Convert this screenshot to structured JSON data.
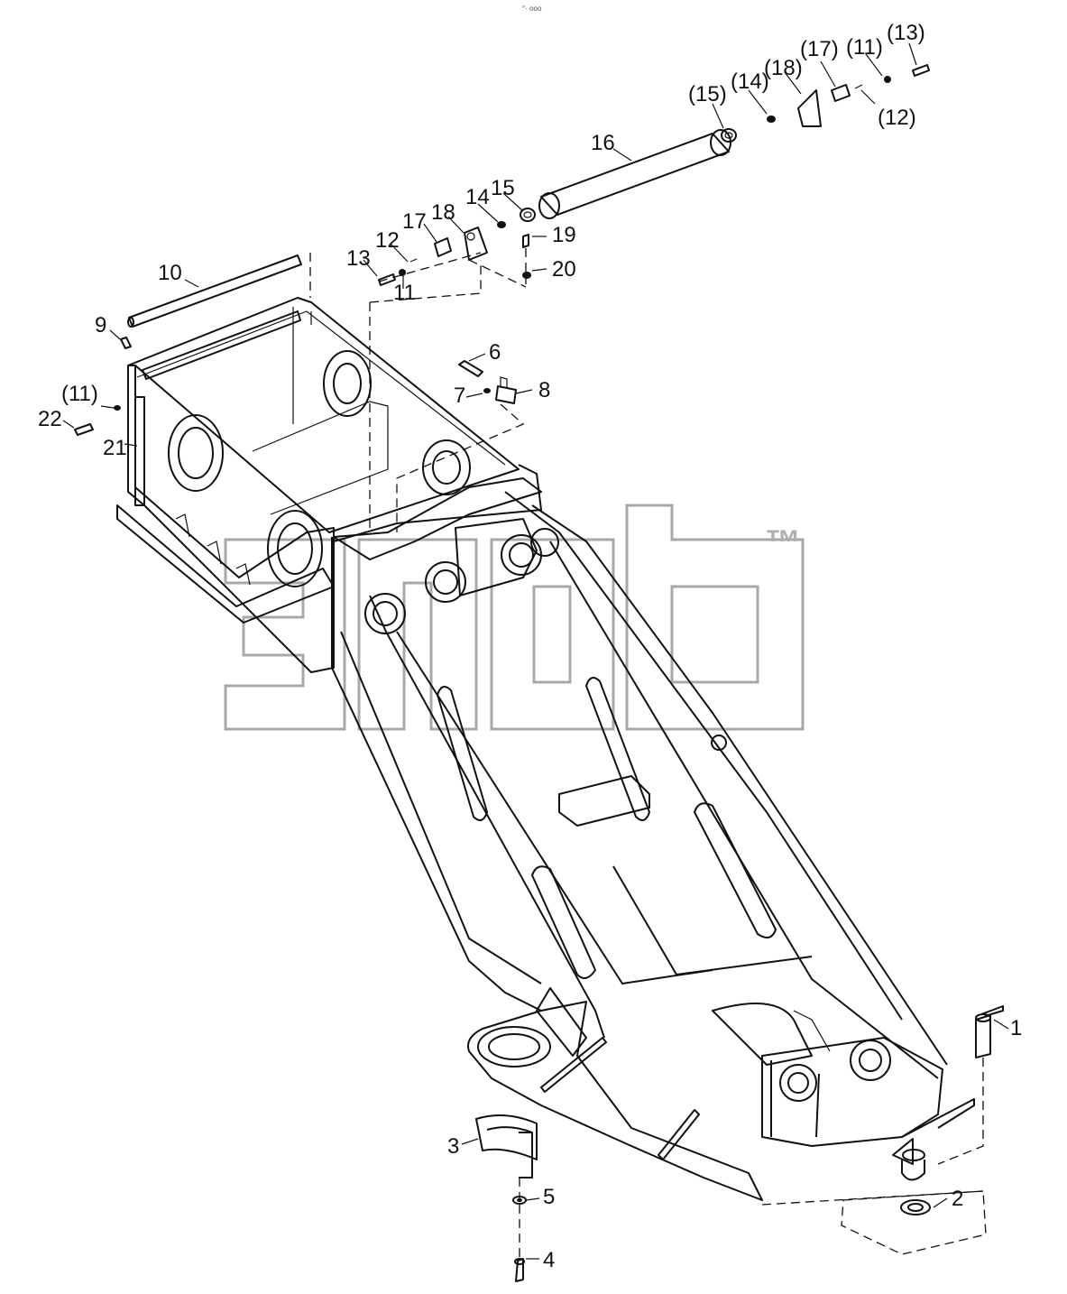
{
  "top_marker": "°· ooo",
  "watermark": {
    "text": "™"
  },
  "labels": [
    {
      "id": "l1",
      "text": "1"
    },
    {
      "id": "l2",
      "text": "2"
    },
    {
      "id": "l3",
      "text": "3"
    },
    {
      "id": "l4",
      "text": "4"
    },
    {
      "id": "l5",
      "text": "5"
    },
    {
      "id": "l6",
      "text": "6"
    },
    {
      "id": "l7",
      "text": "7"
    },
    {
      "id": "l8",
      "text": "8"
    },
    {
      "id": "l9",
      "text": "9"
    },
    {
      "id": "l10",
      "text": "10"
    },
    {
      "id": "l11a",
      "text": "(11)"
    },
    {
      "id": "l11b",
      "text": "11"
    },
    {
      "id": "l11c",
      "text": "(11)"
    },
    {
      "id": "l12a",
      "text": "12"
    },
    {
      "id": "l12b",
      "text": "(12)"
    },
    {
      "id": "l13a",
      "text": "13"
    },
    {
      "id": "l13b",
      "text": "(13)"
    },
    {
      "id": "l14a",
      "text": "14"
    },
    {
      "id": "l14b",
      "text": "(14)"
    },
    {
      "id": "l15a",
      "text": "15"
    },
    {
      "id": "l15b",
      "text": "(15)"
    },
    {
      "id": "l16",
      "text": "16"
    },
    {
      "id": "l17a",
      "text": "17"
    },
    {
      "id": "l17b",
      "text": "(17)"
    },
    {
      "id": "l18a",
      "text": "18"
    },
    {
      "id": "l18b",
      "text": "(18)"
    },
    {
      "id": "l19",
      "text": "19"
    },
    {
      "id": "l20",
      "text": "20"
    },
    {
      "id": "l21",
      "text": "21"
    },
    {
      "id": "l22",
      "text": "22"
    }
  ]
}
